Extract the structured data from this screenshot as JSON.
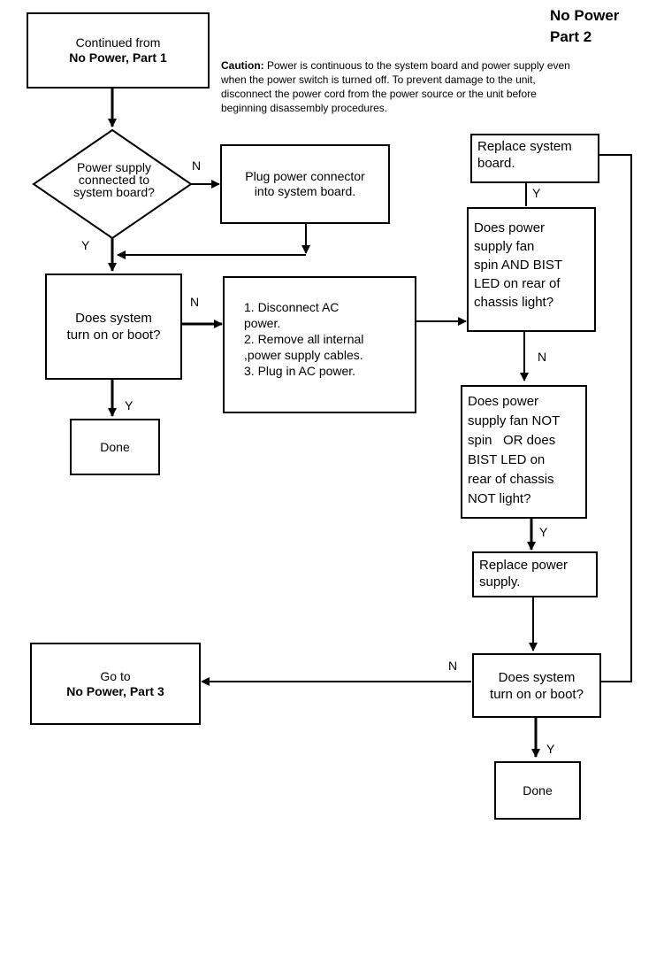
{
  "title": {
    "line1": "No Power",
    "line2": "Part 2"
  },
  "caution": {
    "label": "Caution:",
    "text": " Power is continuous to the system board and power supply even when the power switch is turned off. To prevent damage to the unit, disconnect the power cord from the power source or the unit before beginning disassembly procedures."
  },
  "nodes": {
    "start": {
      "line1": "Continued from",
      "line2": "No Power, Part 1"
    },
    "psu_connected": {
      "line1": "Power supply",
      "line2": "connected to",
      "line3": "system board?"
    },
    "plug_connector": {
      "line1": "Plug power connector",
      "line2": "into system board."
    },
    "does_boot_1": {
      "line1": "Does system",
      "line2": "turn on or boot?"
    },
    "disconnect": {
      "line1": "1. Disconnect AC",
      "line2": "power.",
      "line3": "2. Remove all internal",
      "line4": ",power supply cables.",
      "line5": "3. Plug in AC power."
    },
    "done_1": {
      "text": "Done"
    },
    "replace_board": {
      "line1": "Replace system",
      "line2": "board."
    },
    "fan_spin": {
      "line1": "Does power",
      "line2": "supply fan",
      "line3": "spin AND BIST",
      "line4": "LED on rear of",
      "line5": "chassis light?"
    },
    "fan_not_spin": {
      "line1": "Does power",
      "line2": "supply fan NOT",
      "line3": "spin   OR does",
      "line4": "BIST LED on",
      "line5": "rear of chassis",
      "line6": "NOT light?"
    },
    "replace_psu": {
      "line1": "Replace power",
      "line2": "supply."
    },
    "go_to_part3": {
      "line1": "Go to",
      "line2": "No Power, Part 3"
    },
    "does_boot_2": {
      "line1": "Does system",
      "line2": "turn on or boot?"
    },
    "done_2": {
      "text": "Done"
    }
  },
  "edge_labels": {
    "n1": "N",
    "y1": "Y",
    "n2": "N",
    "y2": "Y",
    "y3": "Y",
    "n3": "N",
    "y4": "Y",
    "n4": "N",
    "y5": "Y"
  }
}
